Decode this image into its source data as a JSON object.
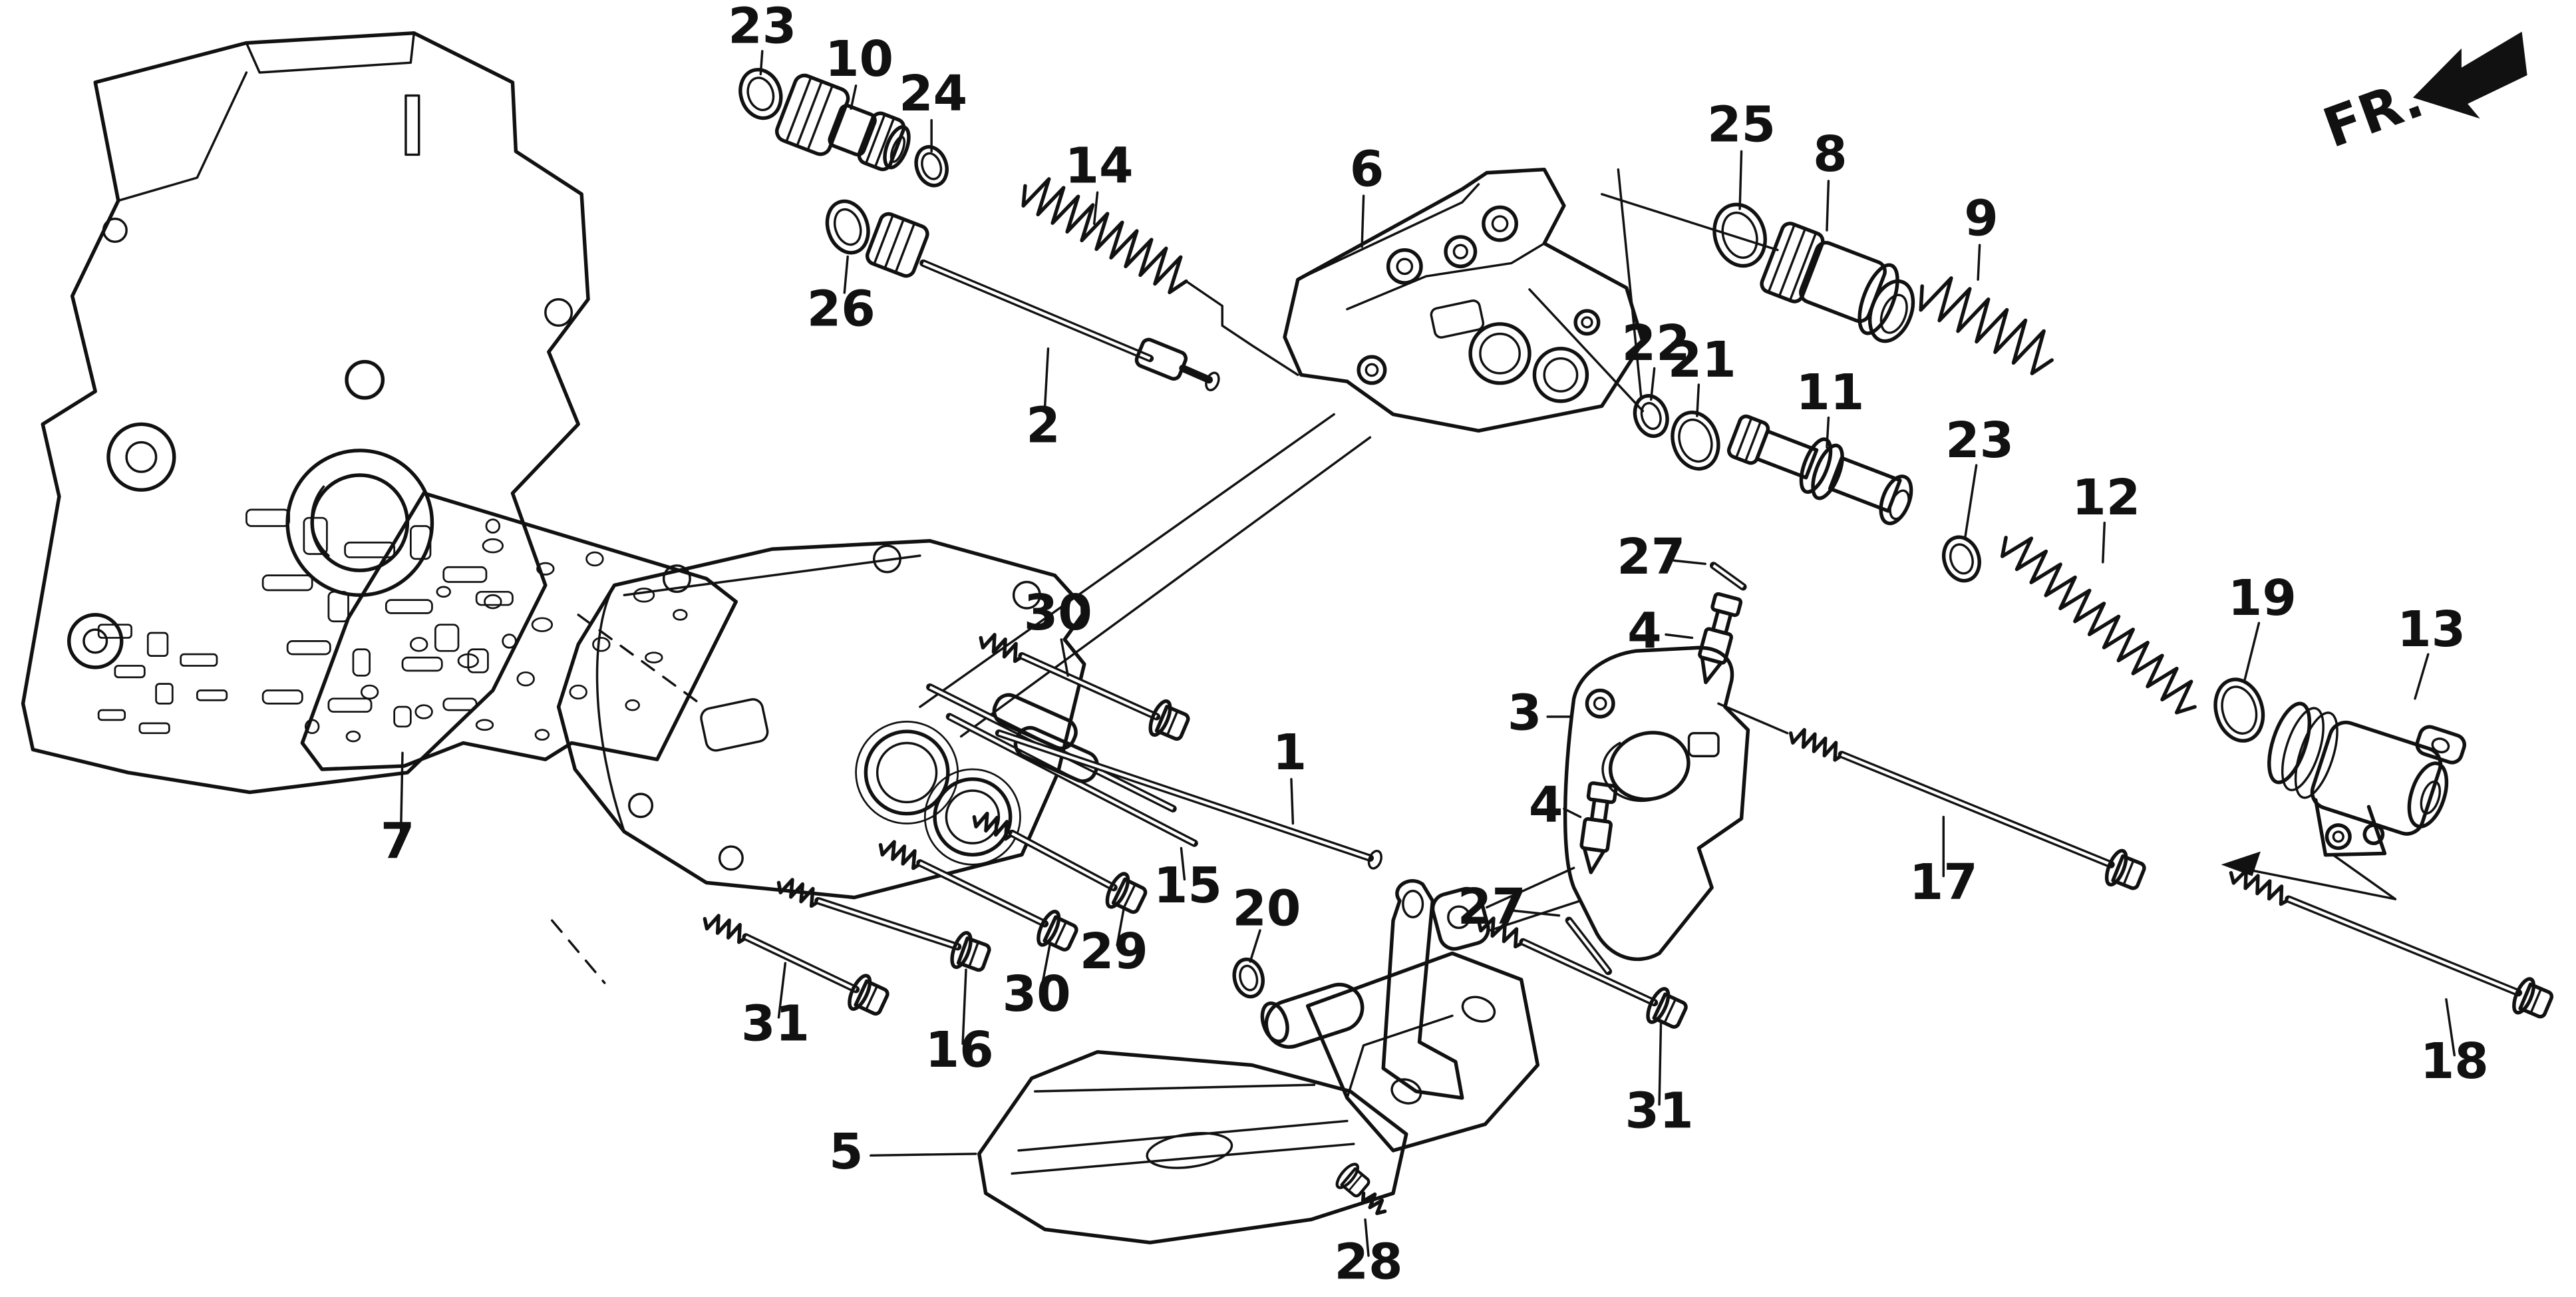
{
  "diagram": {
    "type": "exploded-parts-diagram",
    "orientation_label": "FR.",
    "colors": {
      "background": "#ffffff",
      "line": "#111111"
    },
    "callouts": [
      {
        "label": "23"
      },
      {
        "label": "10"
      },
      {
        "label": "24"
      },
      {
        "label": "14"
      },
      {
        "label": "26"
      },
      {
        "label": "2"
      },
      {
        "label": "6"
      },
      {
        "label": "25"
      },
      {
        "label": "8"
      },
      {
        "label": "9"
      },
      {
        "label": "22"
      },
      {
        "label": "21"
      },
      {
        "label": "11"
      },
      {
        "label": "23"
      },
      {
        "label": "12"
      },
      {
        "label": "19"
      },
      {
        "label": "13"
      },
      {
        "label": "27"
      },
      {
        "label": "4"
      },
      {
        "label": "3"
      },
      {
        "label": "4"
      },
      {
        "label": "27"
      },
      {
        "label": "1"
      },
      {
        "label": "30"
      },
      {
        "label": "15"
      },
      {
        "label": "29"
      },
      {
        "label": "30"
      },
      {
        "label": "16"
      },
      {
        "label": "31"
      },
      {
        "label": "20"
      },
      {
        "label": "5"
      },
      {
        "label": "28"
      },
      {
        "label": "31"
      },
      {
        "label": "17"
      },
      {
        "label": "18"
      },
      {
        "label": "7"
      }
    ]
  }
}
